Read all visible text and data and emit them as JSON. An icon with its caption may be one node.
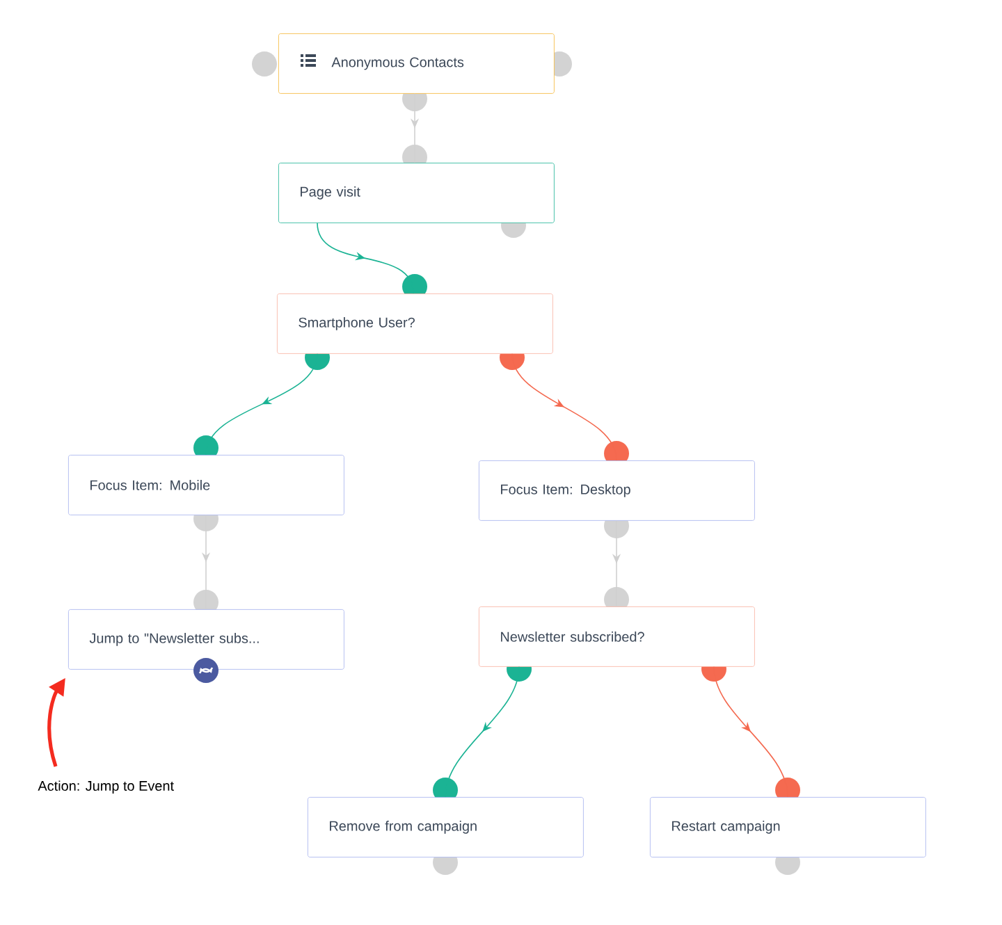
{
  "diagram": {
    "nodes": [
      {
        "text": [
          "Anonymous Contacts"
        ]
      },
      {
        "text": [
          "Page visit"
        ]
      },
      {
        "text": [
          "Smartphone User?"
        ]
      },
      {
        "text": [
          "Focus Item: Mobile"
        ]
      },
      {
        "text": [
          "Focus Item: Desktop"
        ]
      },
      {
        "text": [
          "Jump to \"Newsletter subs..."
        ]
      },
      {
        "text": [
          "Newsletter subscribed?"
        ]
      },
      {
        "text": [
          "Remove from campaign"
        ]
      },
      {
        "text": [
          "Restart campaign"
        ]
      },
      {
        "text": [
          "Action: Jump to Event"
        ]
      }
    ],
    "edges": [
      {
        "from": 0,
        "to": 1,
        "arrow": "to",
        "color": "#d0d0d0"
      },
      {
        "from": 1,
        "to": 2,
        "arrow": "to",
        "color": "#1bb394"
      },
      {
        "from": 2,
        "to": 3,
        "arrow": "to",
        "color": "#1bb394"
      },
      {
        "from": 2,
        "to": 4,
        "arrow": "to",
        "color": "#f4694f"
      },
      {
        "from": 3,
        "to": 5,
        "arrow": "to",
        "color": "#d0d0d0"
      },
      {
        "from": 4,
        "to": 6,
        "arrow": "to",
        "color": "#d0d0d0"
      },
      {
        "from": 6,
        "to": 7,
        "arrow": "to",
        "color": "#1bb394"
      },
      {
        "from": 6,
        "to": 8,
        "arrow": "to",
        "color": "#f4694f"
      },
      {
        "from": 9,
        "to": 5,
        "arrow": "to",
        "style": "thick",
        "color": "#f42b1f"
      }
    ]
  }
}
